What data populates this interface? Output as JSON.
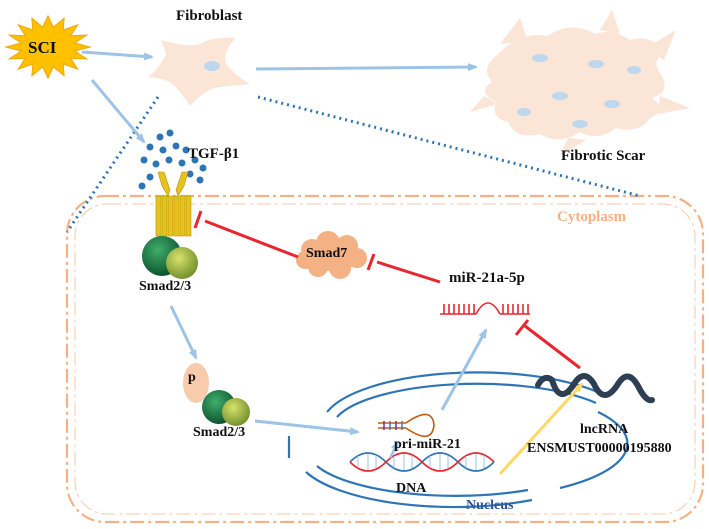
{
  "labels": {
    "sci": "SCI",
    "fibroblast": "Fibroblast",
    "fibrotic_scar": "Fibrotic Scar",
    "tgf": "TGF-β1",
    "cytoplasm": "Cytoplasm",
    "smad7": "Smad7",
    "smad23_top": "Smad2/3",
    "smad23_bottom": "Smad2/3",
    "p": "p",
    "mir21a": "miR-21a-5p",
    "pri_mir21": "pri-miR-21",
    "dna": "DNA",
    "nucleus": "Nucleus",
    "lncrna": "lncRNA",
    "lncrna_id": "ENSMUST00000195880"
  },
  "colors": {
    "arrow_blue": "#9dc3e6",
    "inhibit_red": "#e8262e",
    "cytoplasm_border": "#f4b183",
    "cell_fill": "#fbe5d6",
    "sci_star": "#ffc000",
    "dots_blue": "#2e75b6",
    "receptor": "#e6c21f",
    "nucleus_line": "#2e75b6",
    "lncrna_line": "#2f3f53",
    "yellow_arrow": "#ffd966"
  }
}
